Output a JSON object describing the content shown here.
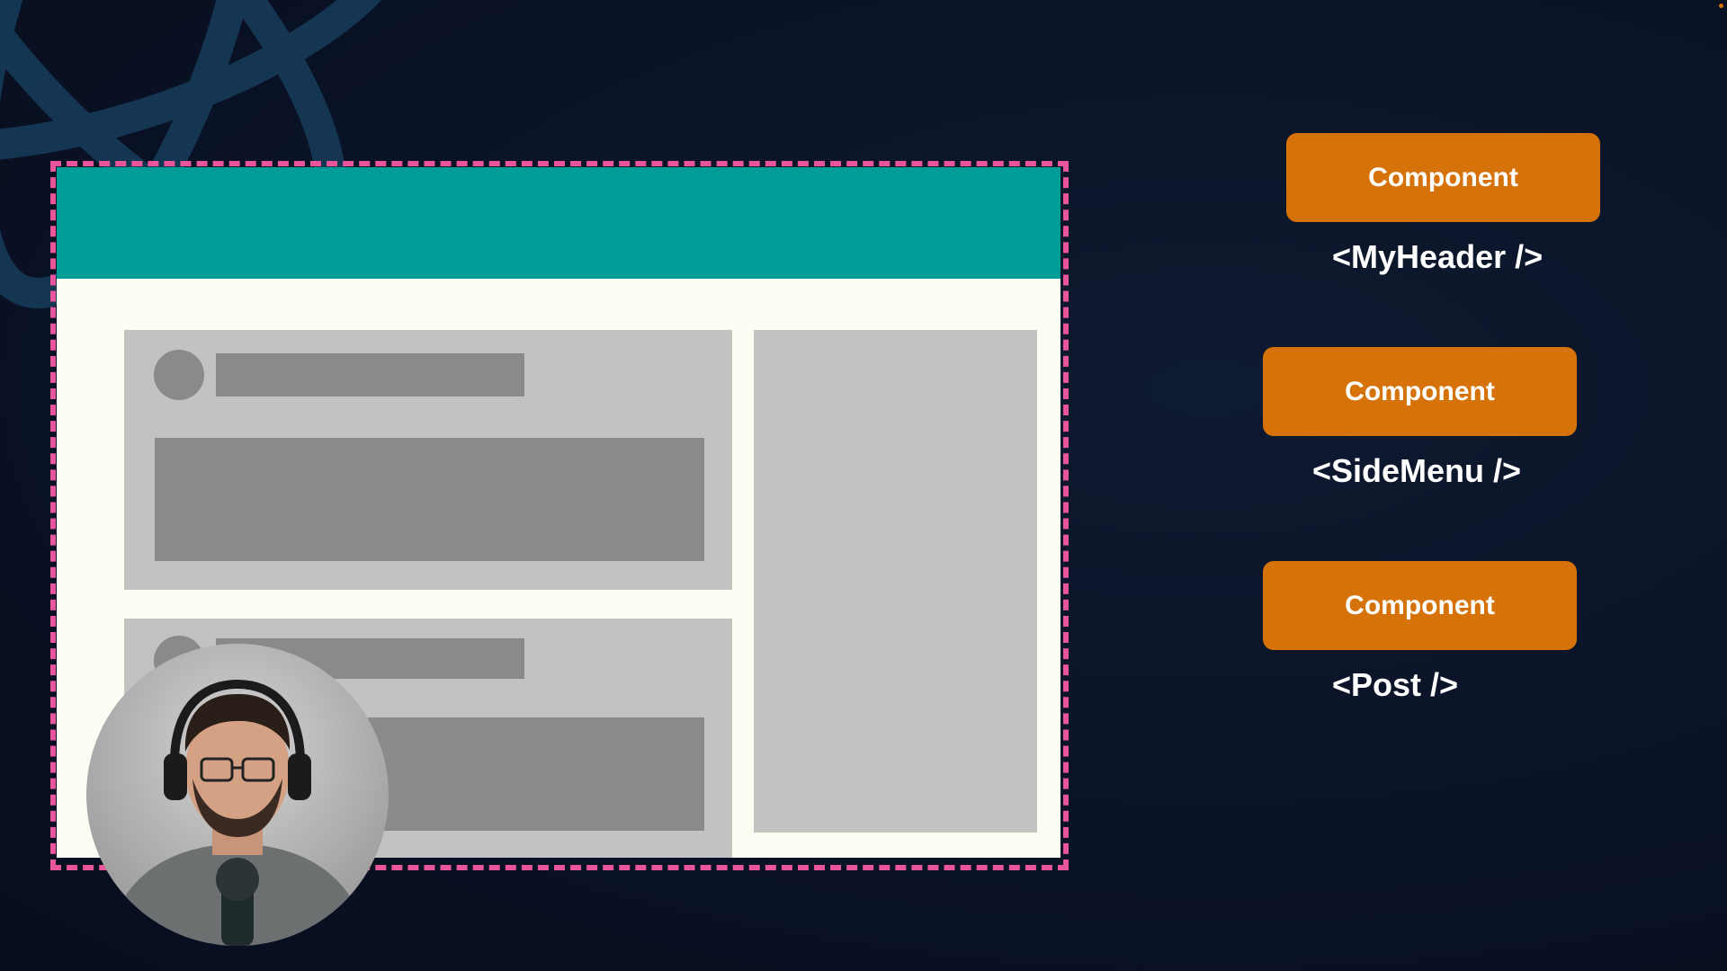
{
  "colors": {
    "background": "#0b1428",
    "header_teal": "#009c97",
    "page_cream": "#fdfdf4",
    "card_gray": "#c2c2c2",
    "placeholder_gray": "#8a8a8a",
    "dashed_border": "#e9559a",
    "component_orange": "#d6720a"
  },
  "components": [
    {
      "label": "Component",
      "tag": "<MyHeader />"
    },
    {
      "label": "Component",
      "tag": "<SideMenu />"
    },
    {
      "label": "Component",
      "tag": "<Post />"
    }
  ],
  "icons": {
    "background_logo": "react-logo-icon",
    "presenter": "webcam-presenter"
  }
}
